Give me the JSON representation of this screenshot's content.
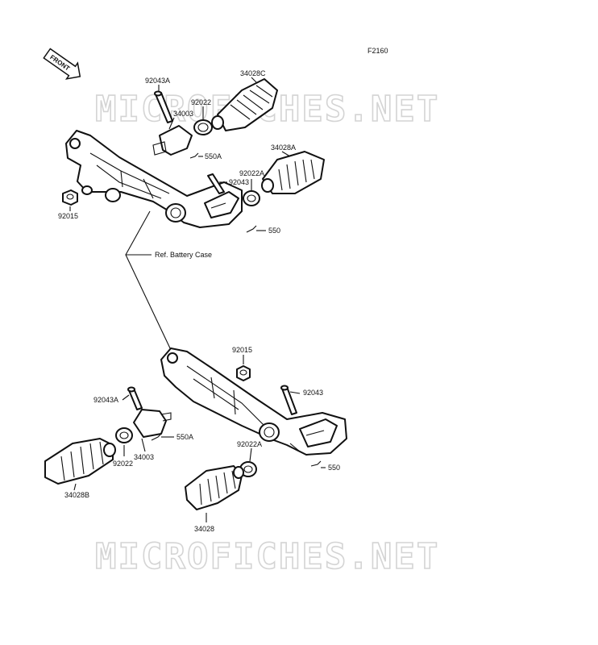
{
  "figure_code": "F2160",
  "front_arrow": "FRONT",
  "watermark": "MICROFICHES.NET",
  "reference_note": "Ref. Battery Case",
  "labels": {
    "p92043A_top": "92043A",
    "p34003_top": "34003",
    "p92022_top": "92022",
    "p34028C": "34028C",
    "p550A_top": "550A",
    "p34028A": "34028A",
    "p92022A_top": "92022A",
    "p92043_top": "92043",
    "p92015_top": "92015",
    "p550_top": "550",
    "p92015_bottom": "92015",
    "p92043A_bottom": "92043A",
    "p92043_bottom": "92043",
    "p550A_bottom": "550A",
    "p34003_bottom": "34003",
    "p92022_bottom": "92022",
    "p92022A_bottom": "92022A",
    "p550_bottom": "550",
    "p34028B": "34028B",
    "p34028": "34028"
  }
}
